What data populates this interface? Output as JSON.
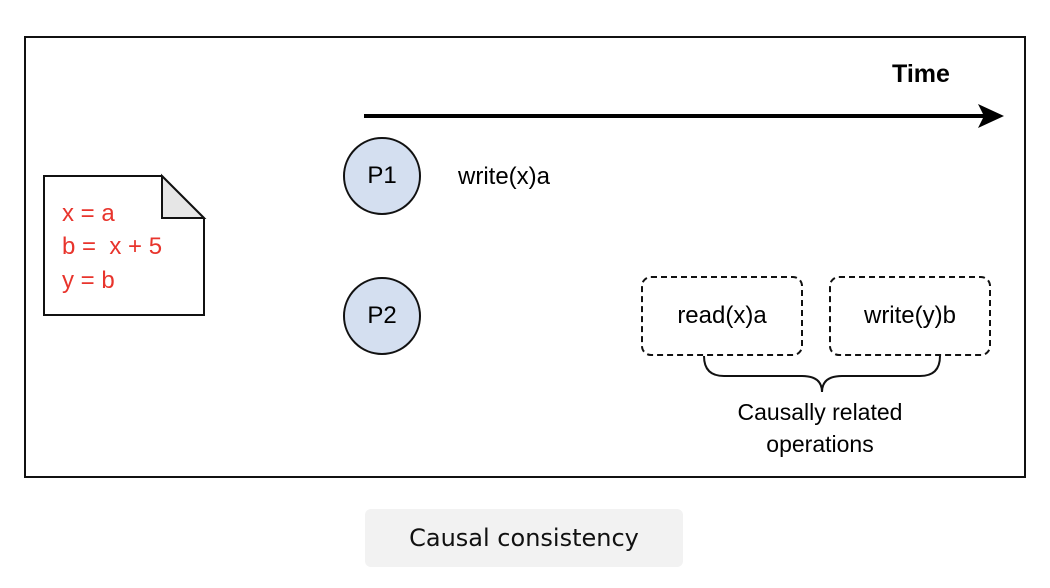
{
  "diagram": {
    "time_label": "Time",
    "processes": [
      {
        "label": "P1"
      },
      {
        "label": "P2"
      }
    ],
    "p1_operation": "write(x)a",
    "p2_operations": [
      {
        "label": "read(x)a"
      },
      {
        "label": "write(y)b"
      }
    ],
    "brace_caption": {
      "line1": "Causally related",
      "line2": "operations"
    },
    "note": {
      "lines": [
        "x = a",
        "b =  x + 5",
        "y = b"
      ],
      "text_color": "#e8342c"
    },
    "colors": {
      "process_fill": "#d4dff0",
      "process_stroke": "#111111"
    }
  },
  "caption": "Causal consistency"
}
